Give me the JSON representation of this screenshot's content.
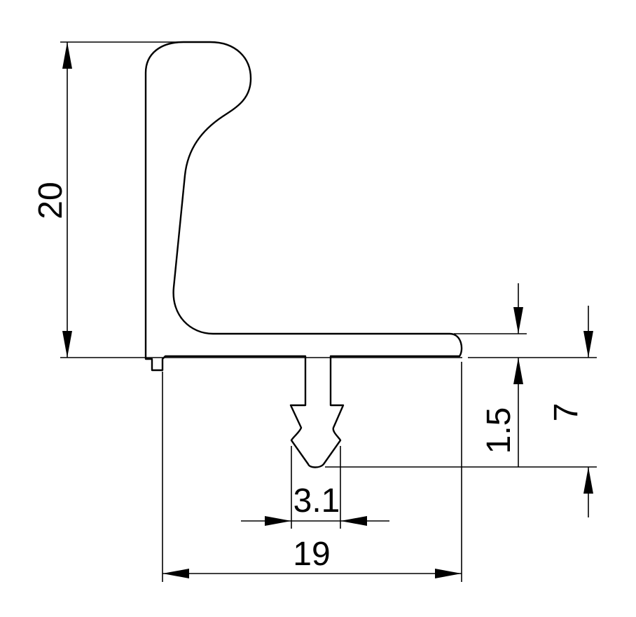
{
  "drawing": {
    "dimensions": {
      "overall_height": "20",
      "overall_width": "19",
      "fin_width": "3.1",
      "offset": "1.5",
      "depth": "7"
    },
    "colors": {
      "stroke": "#000000",
      "background": "#ffffff"
    }
  }
}
